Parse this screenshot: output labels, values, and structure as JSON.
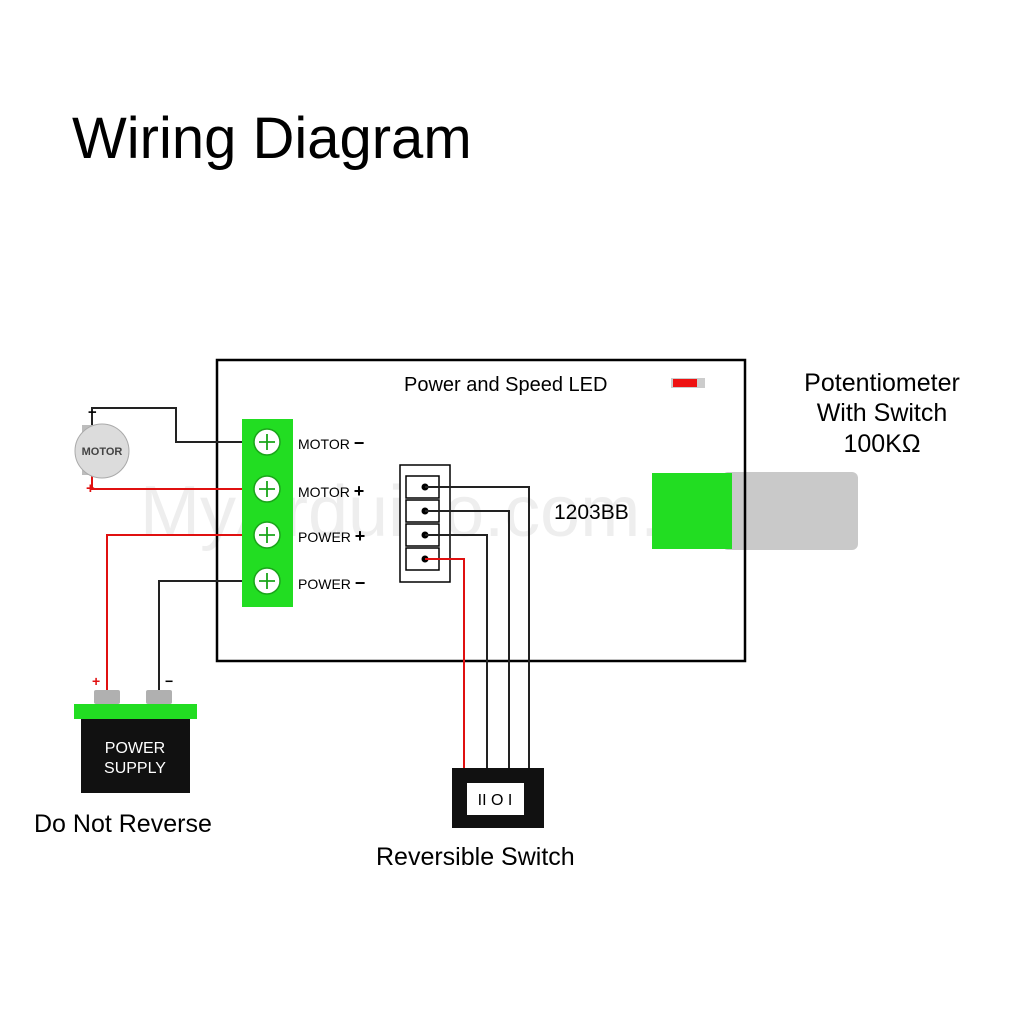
{
  "title": "Wiring Diagram",
  "watermark": "MyArduino.com.ua",
  "controller": {
    "model": "1203BB",
    "led_label": "Power and Speed LED",
    "terminals": [
      {
        "label": "MOTOR",
        "sign": "−"
      },
      {
        "label": "MOTOR",
        "sign": "+"
      },
      {
        "label": "POWER",
        "sign": "+"
      },
      {
        "label": "POWER",
        "sign": "−"
      }
    ]
  },
  "motor": {
    "label": "MOTOR",
    "neg_sign": "−",
    "pos_sign": "+"
  },
  "potentiometer": {
    "line1": "Potentiometer",
    "line2": "With Switch",
    "line3": "100KΩ"
  },
  "power_supply": {
    "line1": "POWER",
    "line2": "SUPPLY",
    "pos_sign": "+",
    "neg_sign": "−",
    "caption": "Do Not Reverse"
  },
  "switch": {
    "symbol": "II O I",
    "caption": "Reversible Switch"
  },
  "colors": {
    "terminal_green": "#22dd22",
    "wire_red": "#e01010",
    "wire_black": "#222222",
    "led_red": "#ee1111",
    "knob_gray": "#c9c9c9",
    "body_black": "#111111"
  }
}
